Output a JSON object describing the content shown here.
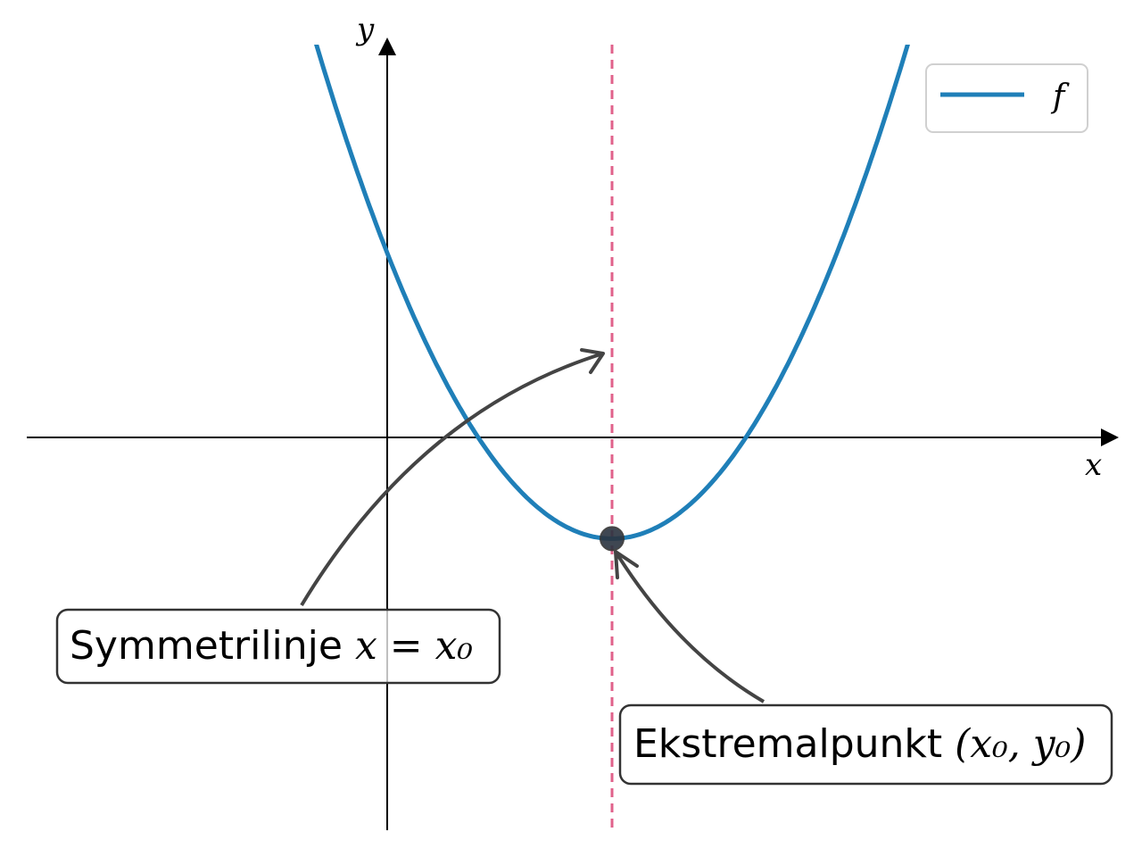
{
  "chart_data": {
    "type": "line",
    "xlabel": "x",
    "ylabel": "y",
    "xlim": [
      -1.6,
      3.2
    ],
    "ylim": [
      -1.6,
      1.6
    ],
    "grid": false,
    "legend_position": "top-right",
    "series": [
      {
        "name": "f",
        "color": "#1f7fb8",
        "function": "quadratic",
        "vertex": [
          1.0,
          -0.45
        ],
        "y_intercept": 0.82
      }
    ],
    "symmetry_line": {
      "x": 1.0,
      "color": "#e0628b",
      "style": "dashed"
    },
    "extremum_point": {
      "x": 1.0,
      "y": -0.45,
      "color": "#333333"
    },
    "annotations": [
      {
        "text_plain": "Symmetrilinje ",
        "text_math": "x = x₀",
        "target": "symmetry_line"
      },
      {
        "text_plain": "Ekstremalpunkt ",
        "text_math": "(x₀, y₀)",
        "target": "extremum_point"
      }
    ]
  }
}
